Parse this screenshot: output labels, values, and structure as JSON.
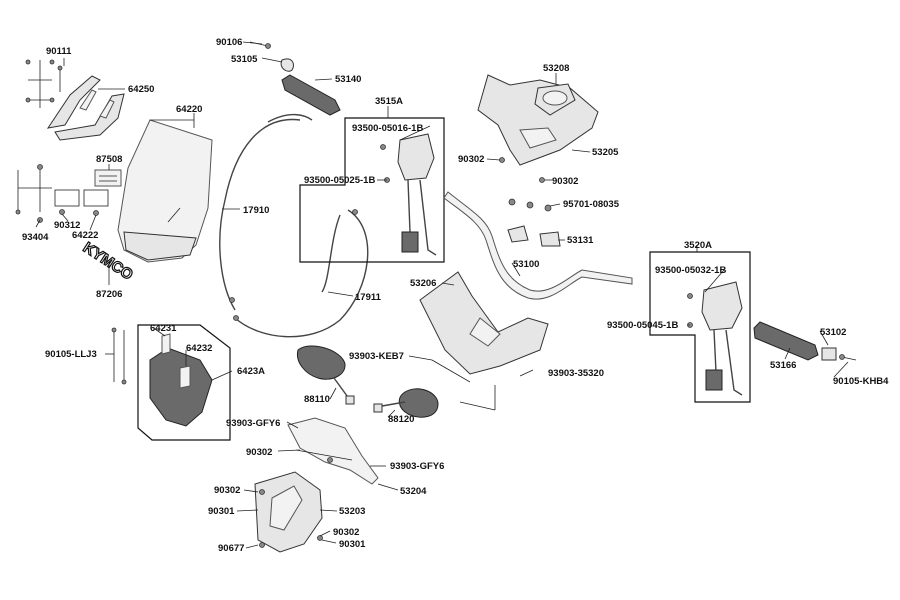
{
  "labels": {
    "p90106": "90106",
    "p53105": "53105",
    "p53140": "53140",
    "p90111": "90111",
    "p64250": "64250",
    "p64220": "64220",
    "p87508": "87508",
    "p90312": "90312",
    "p64222": "64222",
    "p93404": "93404",
    "p87206": "87206",
    "p17910": "17910",
    "p17911": "17911",
    "p3515A": "3515A",
    "p93500_05016": "93500-05016-1B",
    "p93500_05025": "93500-05025-1B",
    "p53208": "53208",
    "p90302_a": "90302",
    "p53205": "53205",
    "p90302_b": "90302",
    "p95701": "95701-08035",
    "p53131": "53131",
    "p53206": "53206",
    "p53100": "53100",
    "p3520A": "3520A",
    "p93500_05032": "93500-05032-1B",
    "p93500_05045": "93500-05045-1B",
    "p53102": "53102",
    "p53166": "53166",
    "p90105_khb4": "90105-KHB4",
    "p90105_llj3": "90105-LLJ3",
    "p64231": "64231",
    "p64232": "64232",
    "p6423A": "6423A",
    "p93903_keb7": "93903-KEB7",
    "p93903_35320": "93903-35320",
    "p88110": "88110",
    "p88120": "88120",
    "p93903_gfy6_a": "93903-GFY6",
    "p90302_c": "90302",
    "p93903_gfy6_b": "93903-GFY6",
    "p53204": "53204",
    "p90302_d": "90302",
    "p90301_a": "90301",
    "p53203": "53203",
    "p90302_e": "90302",
    "p90677": "90677",
    "p90301_b": "90301"
  },
  "logos": {
    "kymco": "KYMCO"
  }
}
